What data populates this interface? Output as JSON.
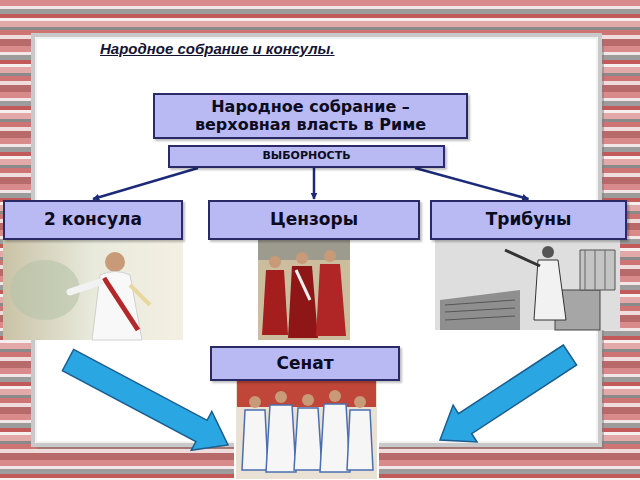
{
  "diagram": {
    "title": "Народное собрание и консулы.",
    "nodes": [
      {
        "text": [
          "Народное собрание – верховная власть в Риме"
        ]
      },
      {
        "text": [
          "ВЫБОРНОСТЬ"
        ]
      },
      {
        "text": [
          "2 консула"
        ]
      },
      {
        "text": [
          "Цензоры"
        ]
      },
      {
        "text": [
          "Трибуны"
        ]
      },
      {
        "text": [
          "Сенат"
        ]
      }
    ],
    "edges": [
      {
        "from": 1,
        "to": 2,
        "arrow": "to"
      },
      {
        "from": 1,
        "to": 3,
        "arrow": "to"
      },
      {
        "from": 1,
        "to": 4,
        "arrow": "to"
      }
    ]
  }
}
